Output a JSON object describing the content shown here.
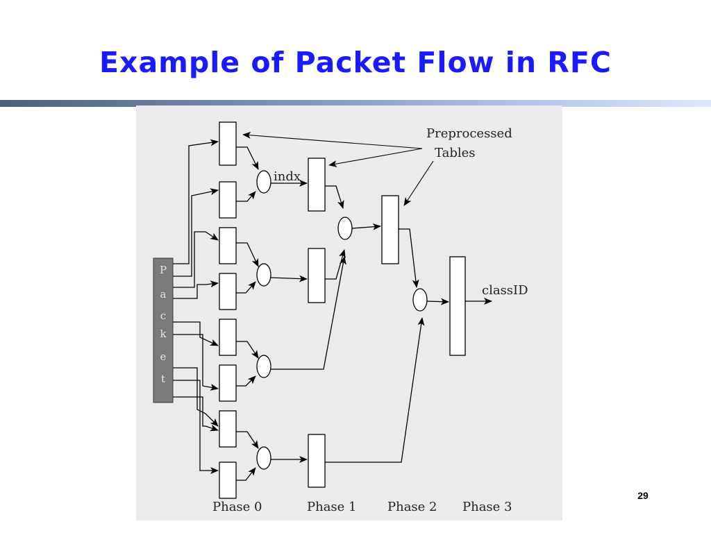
{
  "slide": {
    "title": "Example of Packet Flow in RFC",
    "page_number": "29"
  },
  "diagram": {
    "packet_letters": [
      "P",
      "a",
      "c",
      "k",
      "e",
      "t"
    ],
    "labels": {
      "preprocessed_line1": "Preprocessed",
      "preprocessed_line2": "Tables",
      "index": "indx",
      "class_id": "classID"
    },
    "phases": [
      "Phase 0",
      "Phase 1",
      "Phase 2",
      "Phase 3"
    ]
  }
}
